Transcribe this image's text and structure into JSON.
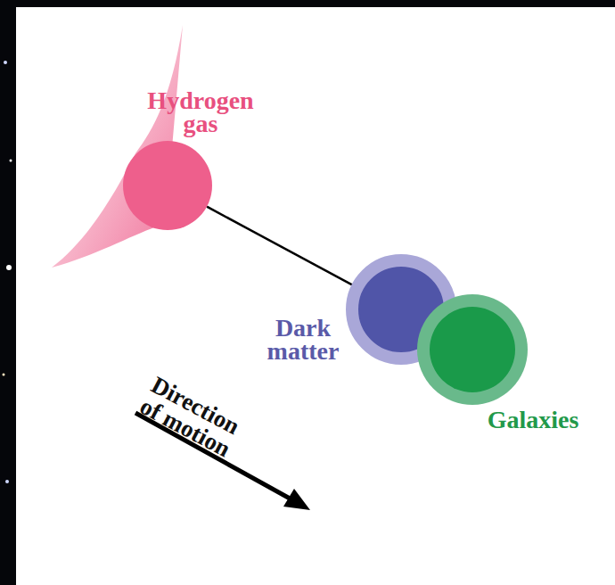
{
  "diagram": {
    "nodes": [
      {
        "text": [
          "Hydrogen gas"
        ]
      },
      {
        "text": [
          "Dark matter"
        ]
      },
      {
        "text": [
          "Galaxies"
        ]
      }
    ],
    "edges": [
      {
        "from": 0,
        "to": 2,
        "arrow": "none"
      }
    ],
    "labels": [
      "Direction of motion"
    ]
  }
}
